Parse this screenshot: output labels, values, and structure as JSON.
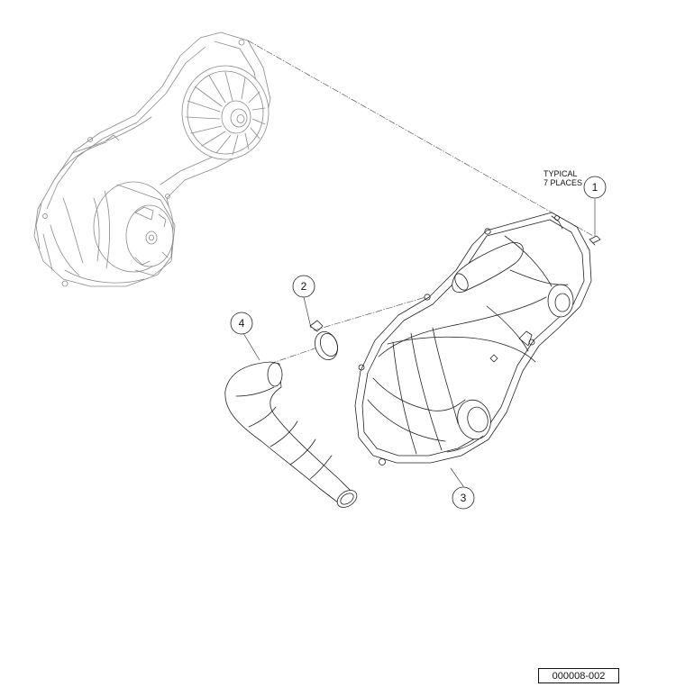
{
  "diagram": {
    "note_line1": "TYPICAL",
    "note_line2": "7 PLACES",
    "reference_id": "000008-002",
    "callouts": [
      {
        "label": "1",
        "part": "screw"
      },
      {
        "label": "2",
        "part": "hose-clamp"
      },
      {
        "label": "3",
        "part": "cvt-outer-cover"
      },
      {
        "label": "4",
        "part": "air-intake-duct"
      }
    ]
  }
}
